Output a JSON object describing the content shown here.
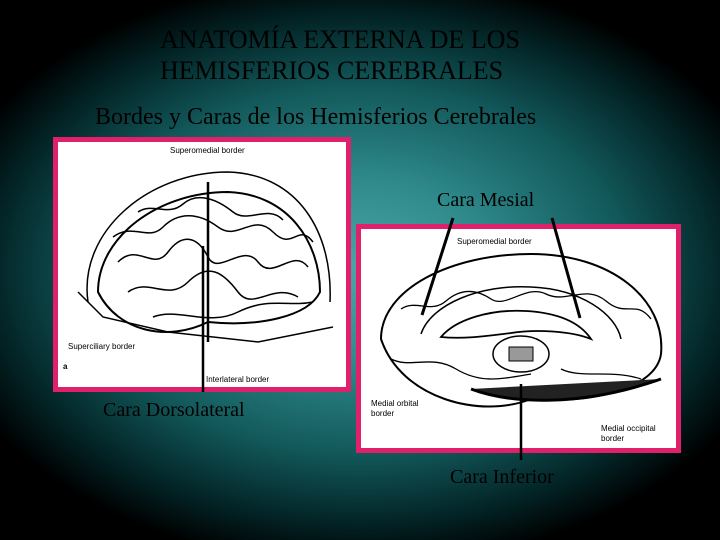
{
  "title": {
    "line1": "ANATOMÍA EXTERNA DE LOS",
    "line2": "HEMISFERIOS CEREBRALES"
  },
  "subtitle": "Bordes y Caras de los Hemisferios Cerebrales",
  "labels": {
    "mesial": "Cara Mesial",
    "dorsolateral": "Cara Dorsolateral",
    "inferior": "Cara Inferior"
  },
  "figure_left": {
    "superomedial_border": "Superomedial border",
    "superciliary_border": "Superciliary border",
    "interlateral_border": "Interlateral border",
    "panel_letter": "a"
  },
  "figure_right": {
    "superomedial_border": "Superomedial border",
    "medial_orbital_border": "Medial orbital border",
    "medial_occipital_border": "Medial occipital border"
  },
  "colors": {
    "frame": "#e0206a"
  }
}
